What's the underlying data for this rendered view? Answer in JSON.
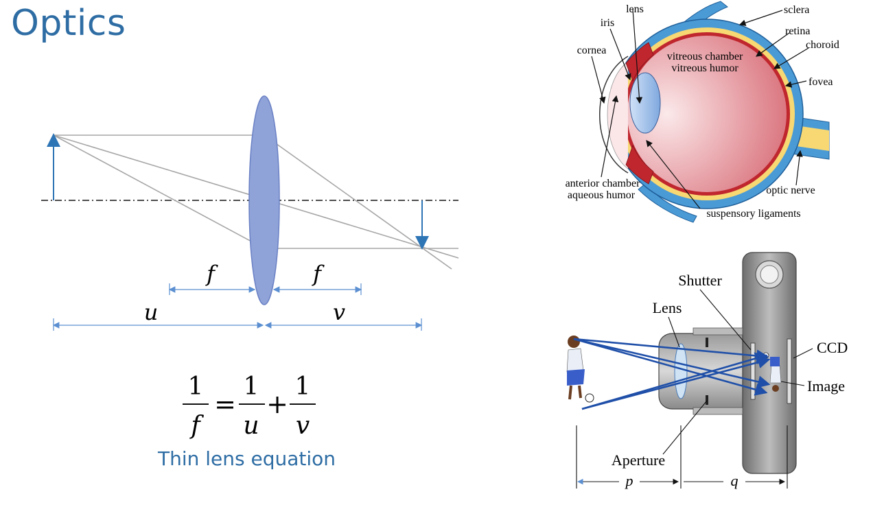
{
  "page": {
    "title": "Optics"
  },
  "lens_diagram": {
    "focal_label_left": "f",
    "focal_label_right": "f",
    "object_distance_label": "u",
    "image_distance_label": "v"
  },
  "equation": {
    "lhs_numerator": "1",
    "lhs_denominator": "f",
    "equals": "=",
    "term1_numerator": "1",
    "term1_denominator": "u",
    "plus": "+",
    "term2_numerator": "1",
    "term2_denominator": "v",
    "caption": "Thin lens equation"
  },
  "eye_diagram": {
    "labels": {
      "lens": "lens",
      "iris": "iris",
      "cornea": "cornea",
      "sclera": "sclera",
      "retina": "retina",
      "choroid": "choroid",
      "fovea": "fovea",
      "vitreous_chamber": "vitreous chamber",
      "vitreous_humor": "vitreous humor",
      "anterior_chamber": "anterior chamber",
      "aqueous_humor": "aqueous humor",
      "optic_nerve": "optic nerve",
      "suspensory_ligaments": "suspensory ligaments"
    }
  },
  "camera_diagram": {
    "labels": {
      "shutter": "Shutter",
      "lens": "Lens",
      "ccd": "CCD",
      "image": "Image",
      "aperture": "Aperture",
      "p": "p",
      "q": "q"
    }
  },
  "colors": {
    "title": "#2e6da4",
    "lens_fill": "#8fa3d8",
    "arrow": "#2e75b6",
    "ray": "#a6a6a6",
    "camera_ray": "#1f4fa8"
  }
}
